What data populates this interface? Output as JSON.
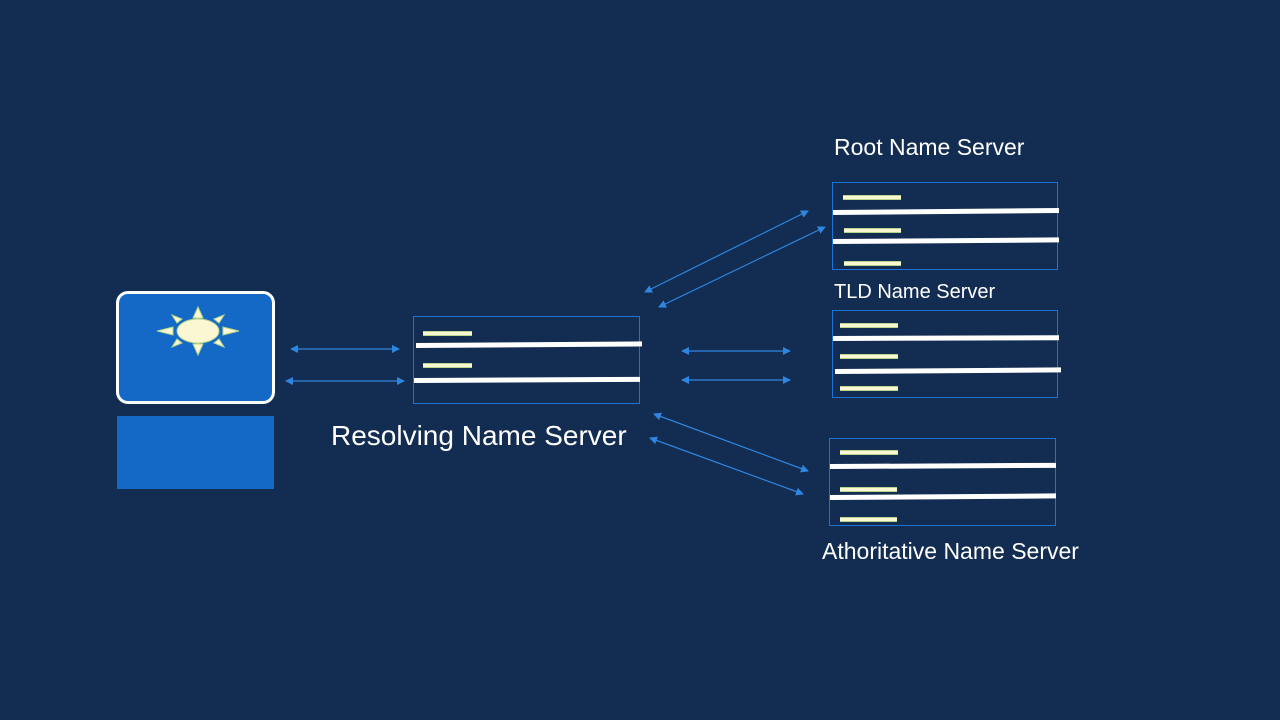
{
  "diagram": {
    "type": "dns-resolution-flow",
    "background_color": "#132d52",
    "accent_color": "#1f73d4",
    "client": {
      "icon": "sun-icon"
    },
    "resolver": {
      "label": "Resolving Name Server"
    },
    "servers": {
      "root": {
        "label": "Root Name Server"
      },
      "tld": {
        "label": "TLD Name Server"
      },
      "authoritative": {
        "label": "Athoritative Name Server"
      }
    }
  }
}
